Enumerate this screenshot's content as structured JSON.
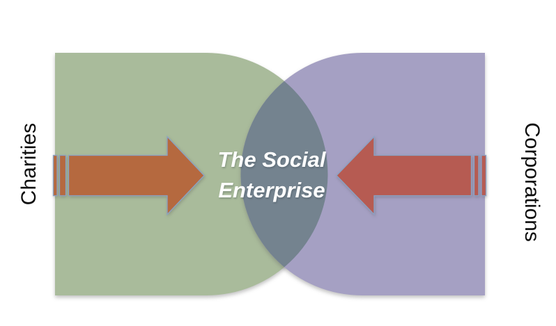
{
  "diagram": {
    "left_region": {
      "label": "Charities",
      "fill": "#A9BB9B"
    },
    "right_region": {
      "label": "Corporations",
      "fill": "#A5A0C3"
    },
    "overlap": {
      "label_lines": [
        "The Social",
        "Enterprise"
      ],
      "fill": "#74838F"
    },
    "arrows": {
      "left": {
        "fill": "#B5693F",
        "stroke": "#8BA2C4"
      },
      "right": {
        "fill": "#B65B52",
        "stroke": "#8BA2C4"
      }
    }
  }
}
